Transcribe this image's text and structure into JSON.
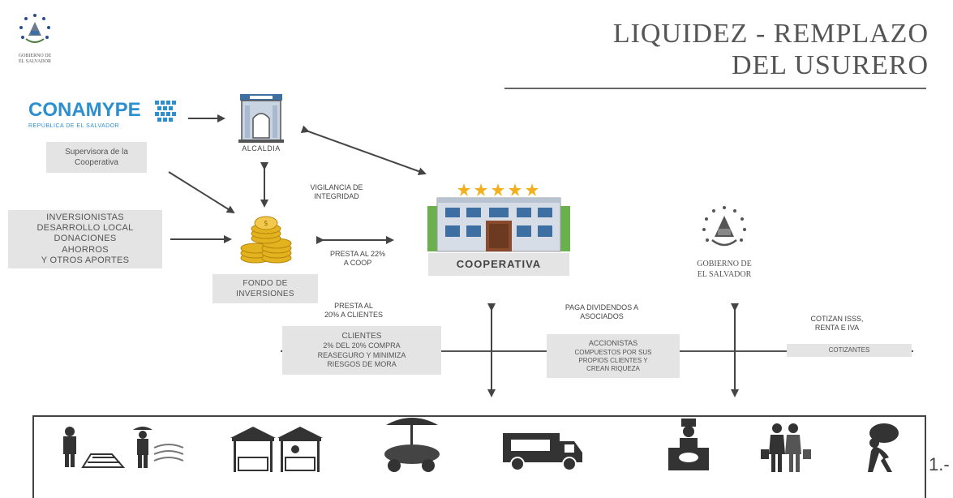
{
  "title": {
    "line1": "LIQUIDEZ - REMPLAZO",
    "line2": "DEL USURERO"
  },
  "gov_top": {
    "line1": "GOBIERNO DE",
    "line2": "EL SALVADOR"
  },
  "conamype": {
    "name": "CONAMYPE",
    "subtitle": "REPÚBLICA DE EL SALVADOR",
    "caption_line1": "Supervisora de la",
    "caption_line2": "Cooperativa"
  },
  "alcaldia": {
    "label": "ALCALDIA"
  },
  "vigilancia": {
    "line1": "VIGILANCIA DE",
    "line2": "INTEGRIDAD"
  },
  "inversionistas": {
    "line1": "INVERSIONISTAS",
    "line2": "DESARROLLO LOCAL",
    "line3": "DONACIONES",
    "line4": "AHORROS",
    "line5": "Y OTROS APORTES"
  },
  "fondo": {
    "line1": "FONDO DE",
    "line2": "INVERSIONES"
  },
  "presta_coop": {
    "line1": "PRESTA AL 22%",
    "line2": "A COOP"
  },
  "cooperativa": {
    "label": "COOPERATIVA"
  },
  "gov_right": {
    "line1": "GOBIERNO DE",
    "line2": "EL SALVADOR"
  },
  "presta_clientes": {
    "line1": "PRESTA AL",
    "line2": "20% A CLIENTES"
  },
  "clientes": {
    "title": "CLIENTES",
    "line1": "2% DEL 20% COMPRA",
    "line2": "REASEGURO Y MINIMIZA",
    "line3": "RIESGOS DE MORA"
  },
  "dividendos": {
    "line1": "PAGA DIVIDENDOS A",
    "line2": "ASOCIADOS"
  },
  "accionistas": {
    "line1": "ACCIONISTAS",
    "line2": "COMPUESTOS POR SUS",
    "line3": "PROPIOS CLIENTES Y",
    "line4": "CREAN RIQUEZA"
  },
  "cotizan": {
    "line1": "COTIZAN ISSS,",
    "line2": "RENTA E IVA"
  },
  "cotizantes": {
    "label": "COTIZANTES"
  },
  "page_number": "1.-",
  "colors": {
    "gold": "#e3b21f",
    "conamype_blue": "#2c8fd0",
    "building_blue": "#3d6fa3",
    "box_gray": "#e4e4e4"
  },
  "icons": [
    "farmer-icon",
    "fisherman-icon",
    "market-stall-icon",
    "street-vendor-icon",
    "food-truck-icon",
    "cook-icon",
    "shopping-couple-icon",
    "porter-icon"
  ]
}
